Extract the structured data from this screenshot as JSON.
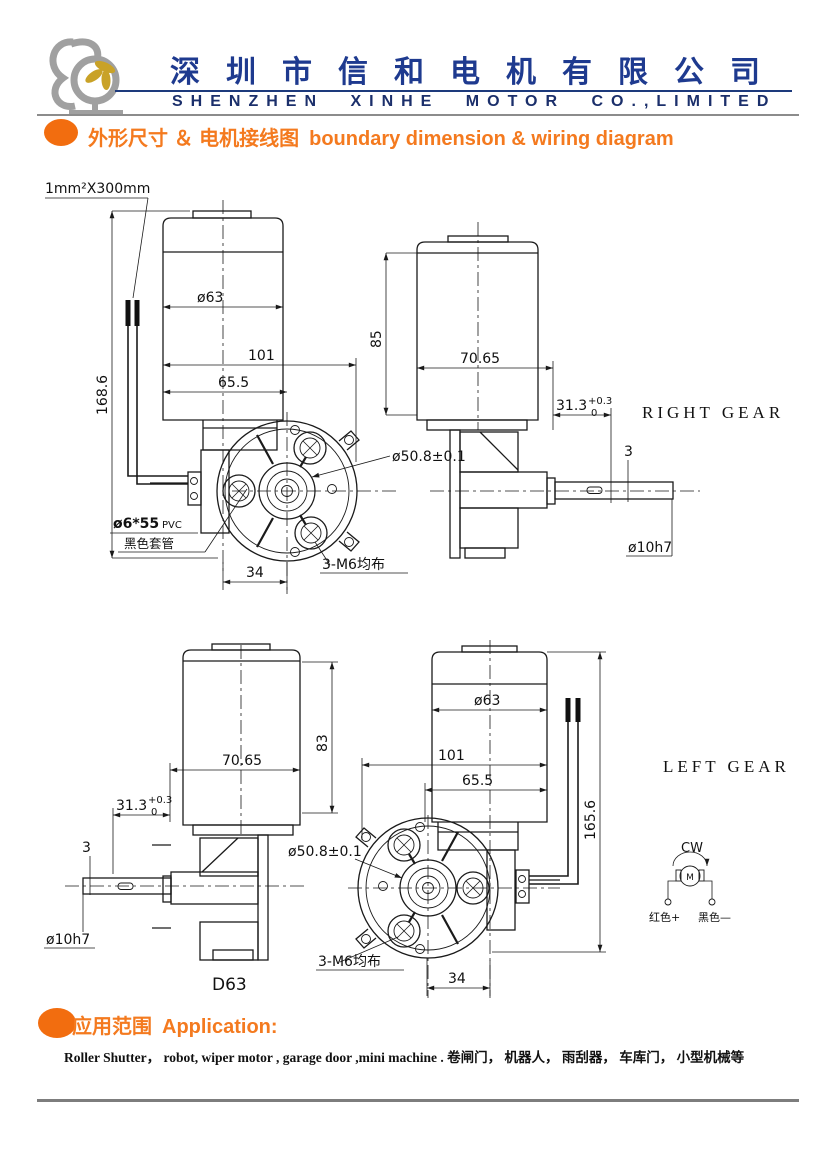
{
  "colors": {
    "accent_orange": "#f26d0f",
    "company_cn_blue": "#1e3a8f",
    "company_en_navy": "#1b2f6b",
    "drawing_line": "#1a1a1a",
    "footer_line": "#7d7d7d"
  },
  "header": {
    "company_cn": "深圳市信和电机有限公司",
    "company_en": "SHENZHEN XINHE MOTOR CO.,LIMITED"
  },
  "section_title": {
    "cn": "外形尺寸 ＆ 电机接线图",
    "en": "boundary dimension & wiring diagram"
  },
  "drawing": {
    "wire_spec": "1mm²X300mm",
    "sleeve_size": "ø6*55",
    "sleeve_pvc": "PVC",
    "sleeve_cn": "黑色套管",
    "dims": {
      "total_h_right": "168.6",
      "total_h_left": "165.6",
      "body_dia": "ø63",
      "len_101": "101",
      "len_65_5": "65.5",
      "motor_h_right": "85",
      "motor_h_left": "83",
      "width_70_65": "70.65",
      "gear_31_3": "31.3",
      "tol_plus": "+0.3",
      "tol_zero": "0",
      "key_3": "3",
      "spigot": "ø50.8±0.1",
      "shaft": "ø10h7",
      "offset_34": "34",
      "mount": "3-M6均布"
    },
    "right_gear_label": "RIGHT GEAR",
    "left_gear_label": "LEFT GEAR",
    "model": "D63",
    "wiring": {
      "direction": "CW",
      "motor_symbol": "M",
      "positive": "红色+",
      "negative": "黑色—"
    }
  },
  "application": {
    "title_cn": "应用范围",
    "title_en": "Application:",
    "text": "Roller Shutter， robot, wiper motor , garage door ,mini machine .  卷闸门， 机器人， 雨刮器， 车库门， 小型机械等"
  }
}
